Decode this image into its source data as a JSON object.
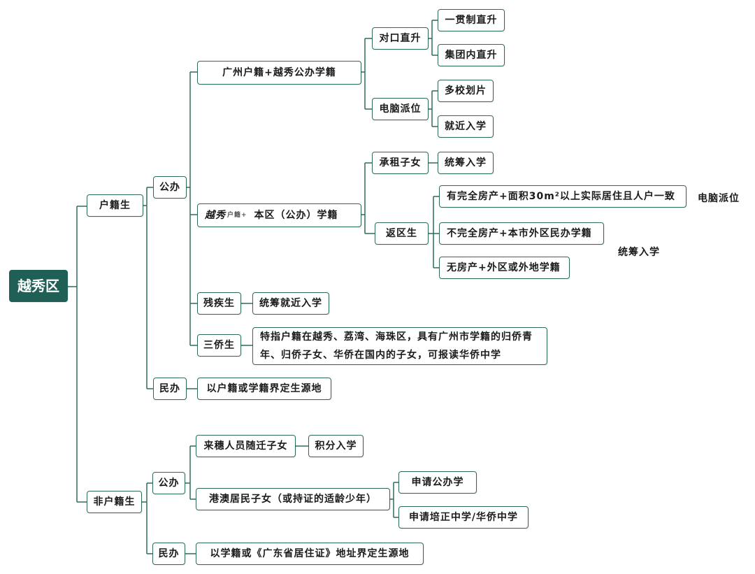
{
  "root": "越秀区",
  "huji": {
    "label": "户籍生",
    "gongban": {
      "label": "公办",
      "gz": {
        "label": "广州户籍+越秀公办学籍",
        "duikou": {
          "label": "对口直升",
          "items": [
            "一贯制直升",
            "集团内直升"
          ]
        },
        "diannao": {
          "label": "电脑派位",
          "items": [
            "多校划片",
            "就近入学"
          ]
        }
      },
      "benqu": {
        "label_prefix": "越秀",
        "label_scribble": "户籍+",
        "label_main": "本区（公办）学籍",
        "chengzu": {
          "label": "承租子女",
          "item": "统筹入学"
        },
        "fanqu": {
          "label": "返区生",
          "items": [
            "有完全房产+面积30m²以上实际居住且人户一致",
            "不完全房产+本市外区民办学籍",
            "无房产+外区或外地学籍"
          ],
          "note1": "电脑派位",
          "note2": "统筹入学"
        }
      },
      "canji": {
        "label": "残疾生",
        "item": "统筹就近入学"
      },
      "sanqiao": {
        "label": "三侨生",
        "desc": "特指户籍在越秀、荔湾、海珠区，具有广州市学籍的归侨青年、归侨子女、华侨在国内的子女，可报读华侨中学"
      }
    },
    "minban": {
      "label": "民办",
      "item": "以户籍或学籍界定生源地"
    }
  },
  "feihuji": {
    "label": "非户籍生",
    "gongban": {
      "label": "公办",
      "laisui": {
        "label": "来穗人员随迁子女",
        "item": "积分入学"
      },
      "gangao": {
        "label": "港澳居民子女（或持证的适龄少年）",
        "items": [
          "申请公办学",
          "申请培正中学/华侨中学"
        ]
      }
    },
    "minban": {
      "label": "民办",
      "item": "以学籍或《广东省居住证》地址界定生源地"
    }
  },
  "colors": {
    "line": "#2f6b5c",
    "root_bg": "#1f5f55"
  }
}
